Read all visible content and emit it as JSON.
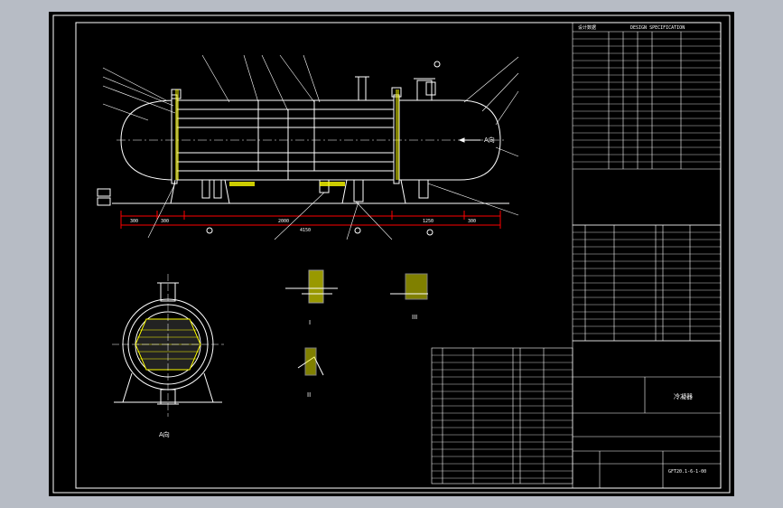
{
  "drawing": {
    "view_a_label": "A向",
    "arrow_a_label": "A向",
    "detail_labels": [
      "I",
      "II",
      "III"
    ]
  },
  "dimensions": [
    "300",
    "300",
    "2000",
    "4150",
    "1250",
    "300"
  ],
  "spec_header": {
    "title_cn": "设计数据",
    "title_en": "DESIGN SPECIFICATION"
  },
  "title_block": {
    "name": "冷凝器",
    "drawing_no": "GFT20.1-6-1-00"
  },
  "colors": {
    "paper": "#b7bcc5",
    "background": "#000000",
    "lines": "#ffffff",
    "accent": "#ffff00",
    "dims": "#ff0000"
  }
}
